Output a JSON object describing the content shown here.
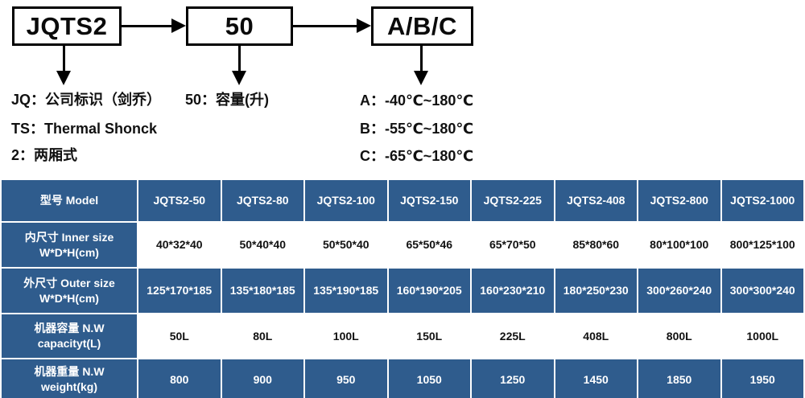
{
  "diagram": {
    "boxes": [
      {
        "id": "model",
        "label": "JQTS2"
      },
      {
        "id": "capacity",
        "label": "50"
      },
      {
        "id": "temp",
        "label": "A/B/C"
      }
    ],
    "legend_left": [
      "JQ：公司标识（剑乔）",
      "TS：Thermal Shonck",
      "2：两厢式"
    ],
    "legend_mid": "50：容量(升)",
    "legend_right": [
      "A：-40℃~180℃",
      "B：-55℃~180℃",
      "C：-65℃~180℃"
    ]
  },
  "table": {
    "header_label": "型号 Model",
    "models": [
      "JQTS2-50",
      "JQTS2-80",
      "JQTS2-100",
      "JQTS2-150",
      "JQTS2-225",
      "JQTS2-408",
      "JQTS2-800",
      "JQTS2-1000"
    ],
    "rows": [
      {
        "label_line1": "内尺寸 Inner size",
        "label_line2": "W*D*H(cm)",
        "values": [
          "40*32*40",
          "50*40*40",
          "50*50*40",
          "65*50*46",
          "65*70*50",
          "85*80*60",
          "80*100*100",
          "800*125*100"
        ]
      },
      {
        "label_line1": "外尺寸 Outer size",
        "label_line2": "W*D*H(cm)",
        "values": [
          "125*170*185",
          "135*180*185",
          "135*190*185",
          "160*190*205",
          "160*230*210",
          "180*250*230",
          "300*260*240",
          "300*300*240"
        ]
      },
      {
        "label_line1": "机器容量 N.W",
        "label_line2": "capacityt(L)",
        "values": [
          "50L",
          "80L",
          "100L",
          "150L",
          "225L",
          "408L",
          "800L",
          "1000L"
        ]
      },
      {
        "label_line1": "机器重量 N.W",
        "label_line2": "weight(kg)",
        "values": [
          "800",
          "900",
          "950",
          "1050",
          "1250",
          "1450",
          "1850",
          "1950"
        ]
      }
    ]
  },
  "colors": {
    "table_blue": "#2f5c8d",
    "text_dark": "#111111",
    "text_light": "#ffffff"
  }
}
